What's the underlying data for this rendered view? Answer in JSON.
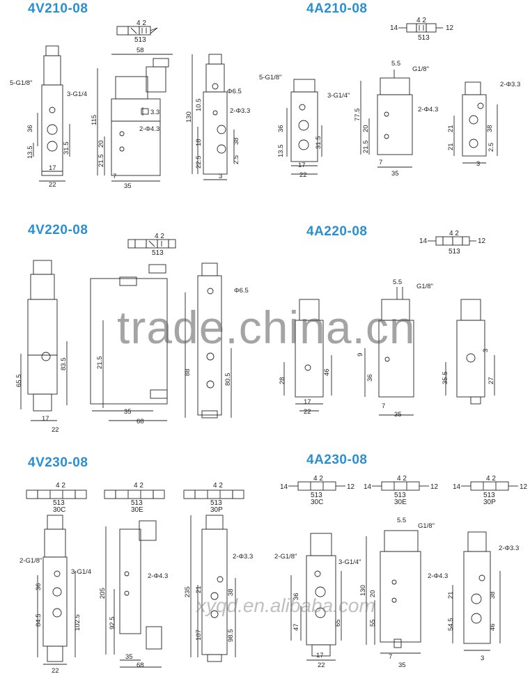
{
  "titles": {
    "t1": "4V210-08",
    "t2": "4A210-08",
    "t3": "4V220-08",
    "t4": "4A220-08",
    "t5": "4V230-08",
    "t6": "4A230-08"
  },
  "watermarks": {
    "main": "trade.china.cn",
    "site": "xyqd.en.alibaba.com"
  },
  "symbol_labels": {
    "ports_top": "4 2",
    "ports_bottom": "513",
    "pilot_left": "14",
    "pilot_right": "12",
    "c30c": "30C",
    "c30e": "30E",
    "c30p": "30P"
  },
  "dims": {
    "a1": "5-G1/8\"",
    "a2": "3-G1/4",
    "a3": "36",
    "a4": "13.5",
    "a5": "31.5",
    "a6": "17",
    "a7": "22",
    "a8": "58",
    "a9": "115",
    "a10": "3.3",
    "a11": "2-Φ4.3",
    "a12": "20",
    "a13": "21.5",
    "a14": "7",
    "a15": "35",
    "a16": "130",
    "a17": "10.5",
    "a18": "Φ6.5",
    "a19": "2-Φ3.3",
    "a20": "18",
    "a21": "38",
    "a22": "22.5",
    "a23": "2.5",
    "a24": "3",
    "b1": "5.5",
    "b2": "G1/8\"",
    "b3": "5-G1/8\"",
    "b4": "3-G1/4\"",
    "b5": "77.5",
    "b6": "2-Φ4.3",
    "b7": "20",
    "b8": "21.5",
    "b9": "31.5",
    "b10": "36",
    "b11": "13.5",
    "b12": "17",
    "b13": "22",
    "b14": "7",
    "b15": "35",
    "b16": "2-Φ3.3",
    "b17": "21",
    "b18": "38",
    "b19": "21",
    "b20": "2.5",
    "b21": "3",
    "c1": "Φ6.5",
    "c2": "83.5",
    "c3": "65.5",
    "c4": "17",
    "c5": "22",
    "c6": "21.5",
    "c7": "35",
    "c8": "68",
    "c9": "88",
    "c10": "80.5",
    "d1": "5.5",
    "d2": "G1/8\"",
    "d3": "28",
    "d4": "46",
    "d5": "17",
    "d6": "22",
    "d7": "36",
    "d8": "7",
    "d9": "35",
    "d10": "35.5",
    "d11": "27",
    "d12": "9",
    "d13": "3",
    "e1": "2-G1/8\"",
    "e2": "3-G1/4",
    "e3": "36",
    "e4": "84.5",
    "e5": "102.5",
    "e6": "22",
    "e7": "2-Φ4.3",
    "e8": "205",
    "e9": "92.5",
    "e10": "35",
    "e11": "68",
    "e12": "2-Φ3.3",
    "e13": "21",
    "e14": "38",
    "e15": "235",
    "e16": "107",
    "e17": "98.5",
    "f1": "5.5",
    "f2": "G1/8\"",
    "f3": "2-G1/8\"",
    "f4": "3-G1/4\"",
    "f5": "2-Φ4.3",
    "f6": "36",
    "f7": "47",
    "f8": "65",
    "f9": "17",
    "f10": "22",
    "f11": "130",
    "f12": "20",
    "f13": "55",
    "f14": "7",
    "f15": "35",
    "f16": "2-Φ3.3",
    "f17": "21",
    "f18": "38",
    "f19": "54.5",
    "f20": "46",
    "f21": "3"
  }
}
